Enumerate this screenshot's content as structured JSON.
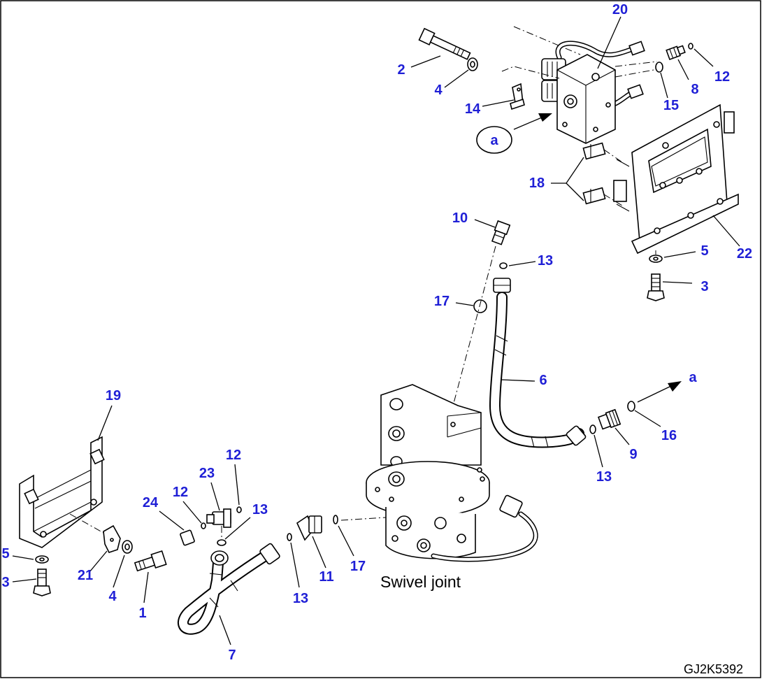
{
  "drawing_code": "GJ2K5392",
  "caption": "Swivel joint",
  "view_ref_circle": "a",
  "view_ref_arrow": "a",
  "callouts": [
    "20",
    "2",
    "4",
    "14",
    "8",
    "12",
    "15",
    "18",
    "10",
    "13",
    "22",
    "5",
    "17",
    "3",
    "6",
    "9",
    "13",
    "16",
    "19",
    "12",
    "23",
    "12",
    "13",
    "24",
    "5",
    "21",
    "4",
    "1",
    "11",
    "17",
    "3",
    "13",
    "7"
  ],
  "colors": {
    "callout": "#1f1fd6",
    "line": "#000000",
    "background": "#ffffff"
  }
}
